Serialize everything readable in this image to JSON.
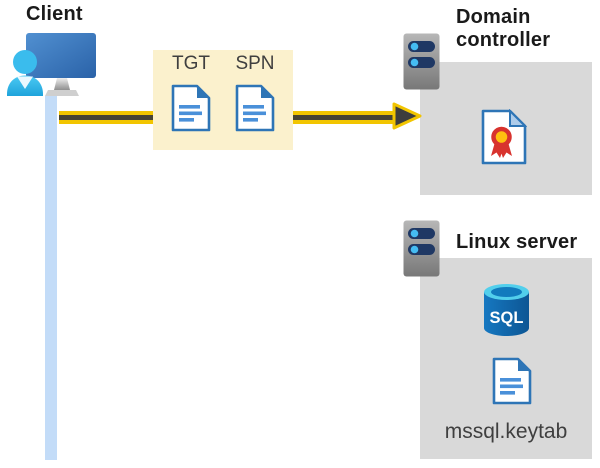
{
  "client": {
    "label": "Client"
  },
  "ticket_box": {
    "tgt_label": "TGT",
    "spn_label": "SPN"
  },
  "domain_controller": {
    "label": "Domain controller"
  },
  "linux_server": {
    "label": "Linux server",
    "sql_icon_text": "SQL",
    "keytab_label": "mssql.keytab"
  },
  "colors": {
    "arrow_yellow": "#F2C500",
    "arrow_core": "#474334",
    "arrowhead_dark": "#3D3D3D",
    "ticket_box_bg": "#FBF1CD",
    "panel_bg": "#D9D9D9",
    "doc_border_blue": "#2E75B6",
    "doc_line_blue": "#4A90D9",
    "server_body_gray": "#9B9B9B",
    "server_bar_navy": "#1F3864",
    "server_dot_cyan": "#45BCF2",
    "client_person_cyan": "#38BBEA",
    "monitor_blue": "#3A77BE",
    "connector_blue": "#C3DCF8",
    "cert_red": "#D8332E",
    "cert_gold": "#FFC010",
    "cert_fold_blue": "#AECCEA",
    "sql_body_blue": "#1072B8",
    "sql_top_cyan": "#52CFEC",
    "text_dark": "#1A1A1A",
    "text_gray": "#3F3F3F"
  }
}
